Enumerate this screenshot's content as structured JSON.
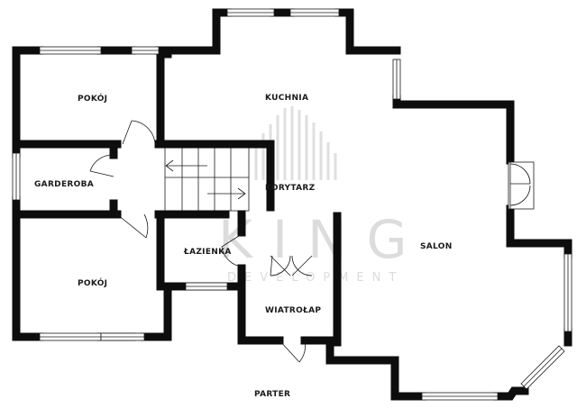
{
  "floor_label": "PARTER",
  "rooms": {
    "pokoj_top": "POKÓJ",
    "garderoba": "GARDEROBA",
    "pokoj_bottom": "POKÓJ",
    "kuchnia": "KUCHNIA",
    "korytarz": "KORYTARZ",
    "lazienka": "ŁAZIENKA",
    "wiatrolap": "WIATROŁAP",
    "salon": "SALON"
  },
  "watermark": {
    "word": "KING",
    "tagline": "DEVELOPMENT"
  },
  "colors": {
    "wall": "#0d0d0d",
    "background": "#ffffff",
    "watermark": "#d9d9d9"
  }
}
